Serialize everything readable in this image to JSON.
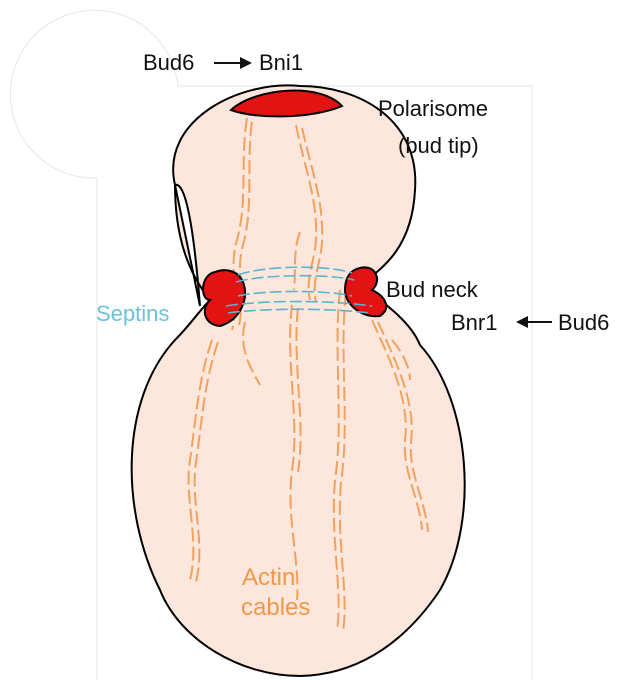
{
  "colors": {
    "cell_fill": "#fde6db",
    "cell_stroke": "#000000",
    "polarisome_fill": "#e41313",
    "actin": "#f0a25e",
    "septin": "#5ab4d0",
    "label_black": "#111111",
    "label_actin": "#f29848",
    "label_septin": "#6cc3d8"
  },
  "labels": {
    "top_pathway_from": "Bud6",
    "top_pathway_to": "Bni1",
    "polarisome_line1": "Polarisome",
    "polarisome_line2": "(bud tip)",
    "bud_neck": "Bud neck",
    "neck_pathway_to": "Bnr1",
    "neck_pathway_from": "Bud6",
    "septins": "Septins",
    "actin_line1": "Actin",
    "actin_line2": "cables"
  },
  "icons": {
    "top_arrow": "arrow-right-icon",
    "neck_arrow": "arrow-left-icon"
  }
}
